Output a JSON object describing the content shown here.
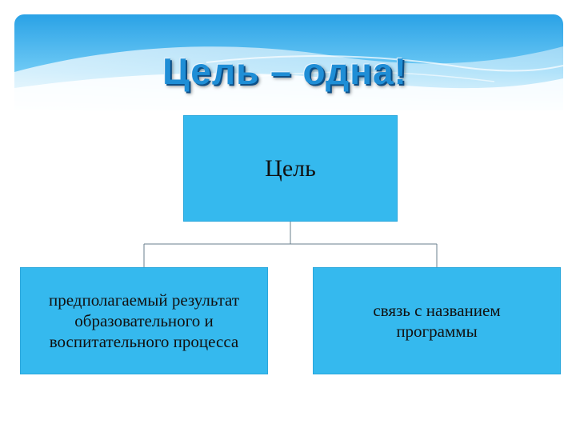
{
  "slide": {
    "title": "Цель – одна!",
    "root_node": {
      "label": "Цель"
    },
    "children": [
      {
        "lines": [
          "предполагаемый результат",
          "образовательного и",
          "воспитательного процесса"
        ]
      },
      {
        "lines": [
          "связь с названием",
          "программы"
        ]
      }
    ]
  },
  "colors": {
    "box_fill": "#35b9ee",
    "title_blue": "#1f8ed6",
    "banner_blue": "#4fb8ee",
    "connector": "#6a7f8e"
  }
}
